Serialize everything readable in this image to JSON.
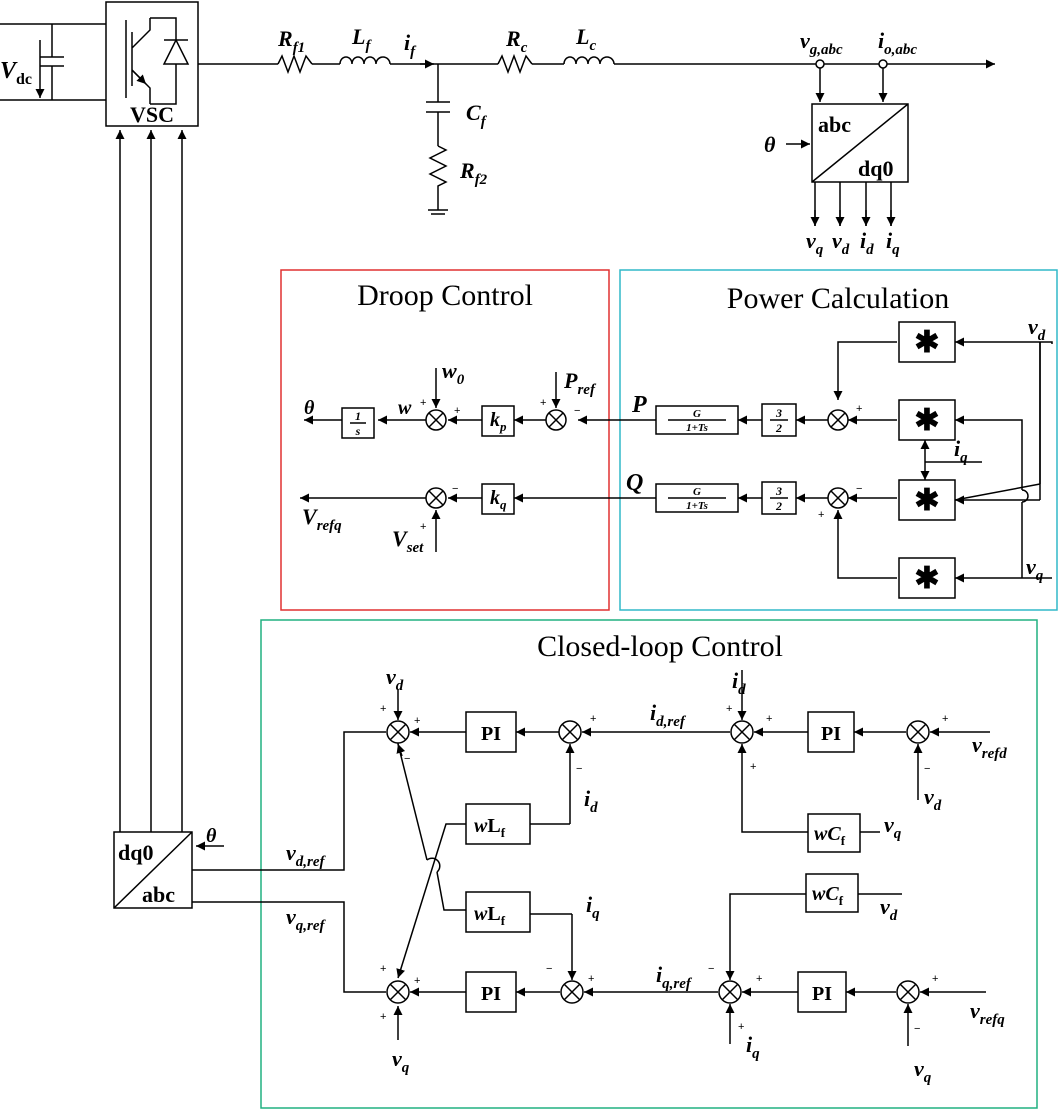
{
  "sections": {
    "droop": {
      "title": "Droop Control",
      "color": "#e03030"
    },
    "power": {
      "title": "Power Calculation",
      "color": "#30b8c8"
    },
    "closed": {
      "title": "Closed-loop Control",
      "color": "#20b080"
    }
  },
  "power_stage": {
    "vdc_main": "V",
    "vdc_sub": "dc",
    "vsc": "VSC",
    "rf1_main": "R",
    "rf1_sub": "f1",
    "lf_main": "L",
    "lf_sub": "f",
    "if_main": "i",
    "if_sub": "f",
    "rc_main": "R",
    "rc_sub": "c",
    "lc_main": "L",
    "lc_sub": "c",
    "cf_main": "C",
    "cf_sub": "f",
    "rf2_main": "R",
    "rf2_sub": "f2",
    "vg_main": "v",
    "vg_sub": "g,abc",
    "io_main": "i",
    "io_sub": "o,abc",
    "transform_top": "abc",
    "transform_bottom": "dq0",
    "theta": "θ",
    "out_vq_main": "v",
    "out_vq_sub": "q",
    "out_vd_main": "v",
    "out_vd_sub": "d",
    "out_id_main": "i",
    "out_id_sub": "d",
    "out_iq_main": "i",
    "out_iq_sub": "q"
  },
  "droop": {
    "theta": "θ",
    "integrator_num": "1",
    "integrator_den": "s",
    "w": "w",
    "w0_main": "w",
    "w0_sub": "0",
    "kp_main": "k",
    "kp_sub": "p",
    "pref_main": "P",
    "pref_sub": "ref",
    "kq_main": "k",
    "kq_sub": "q",
    "vrefq_main": "V",
    "vrefq_sub": "refq",
    "vset_main": "V",
    "vset_sub": "set"
  },
  "power": {
    "p": "P",
    "q": "Q",
    "filter_num": "G",
    "filter_den": "1+Ts",
    "gain_num": "3",
    "gain_den": "2",
    "mult": "✱",
    "vd_main": "v",
    "vd_sub": "d",
    "iq_main": "i",
    "iq_sub": "q",
    "vq_main": "v",
    "vq_sub": "q"
  },
  "closed": {
    "pi": "PI",
    "wlf_w": "w",
    "wlf_l": "L",
    "wlf_sub": "f",
    "wcf_w": "wC",
    "wcf_sub": "f",
    "vd_main": "v",
    "vd_sub": "d",
    "vq_main": "v",
    "vq_sub": "q",
    "id_main": "i",
    "id_sub": "d",
    "iq_main": "i",
    "iq_sub": "q",
    "idref_main": "i",
    "idref_sub": "d,ref",
    "iqref_main": "i",
    "iqref_sub": "q,ref",
    "vrefd_main": "v",
    "vrefd_sub": "refd",
    "vrefq_main": "v",
    "vrefq_sub": "refq",
    "vdref_main": "v",
    "vdref_sub": "d,ref",
    "vqref_main": "v",
    "vqref_sub": "q,ref",
    "transform_top": "dq0",
    "transform_bottom": "abc",
    "theta": "θ"
  },
  "signs": {
    "plus": "+",
    "minus": "−"
  }
}
